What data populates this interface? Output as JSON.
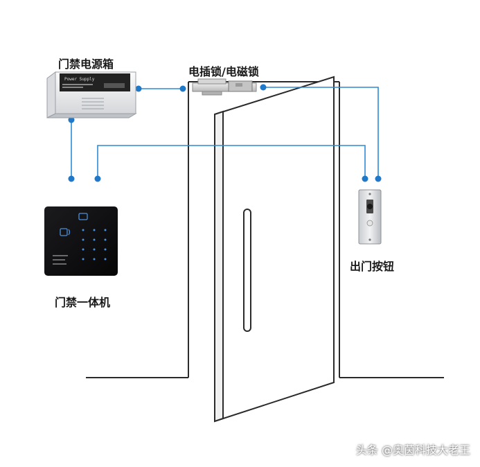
{
  "labels": {
    "power_box": "门禁电源箱",
    "lock": "电插锁/电磁锁",
    "exit_button": "出门按钮",
    "access_unit": "门禁一体机"
  },
  "power_box_plate": "Power Supply",
  "watermark": "头条 @奥茵科技大老王",
  "colors": {
    "wire": "#2c8ad6",
    "wire_dot": "#1f78c8",
    "outline": "#2a2a2a",
    "keypad_bg": "#101010",
    "keypad_key": "#4c8fd9"
  },
  "icons": [
    "power-supply-box",
    "electric-lock",
    "exit-button",
    "keypad-access-unit",
    "door"
  ]
}
